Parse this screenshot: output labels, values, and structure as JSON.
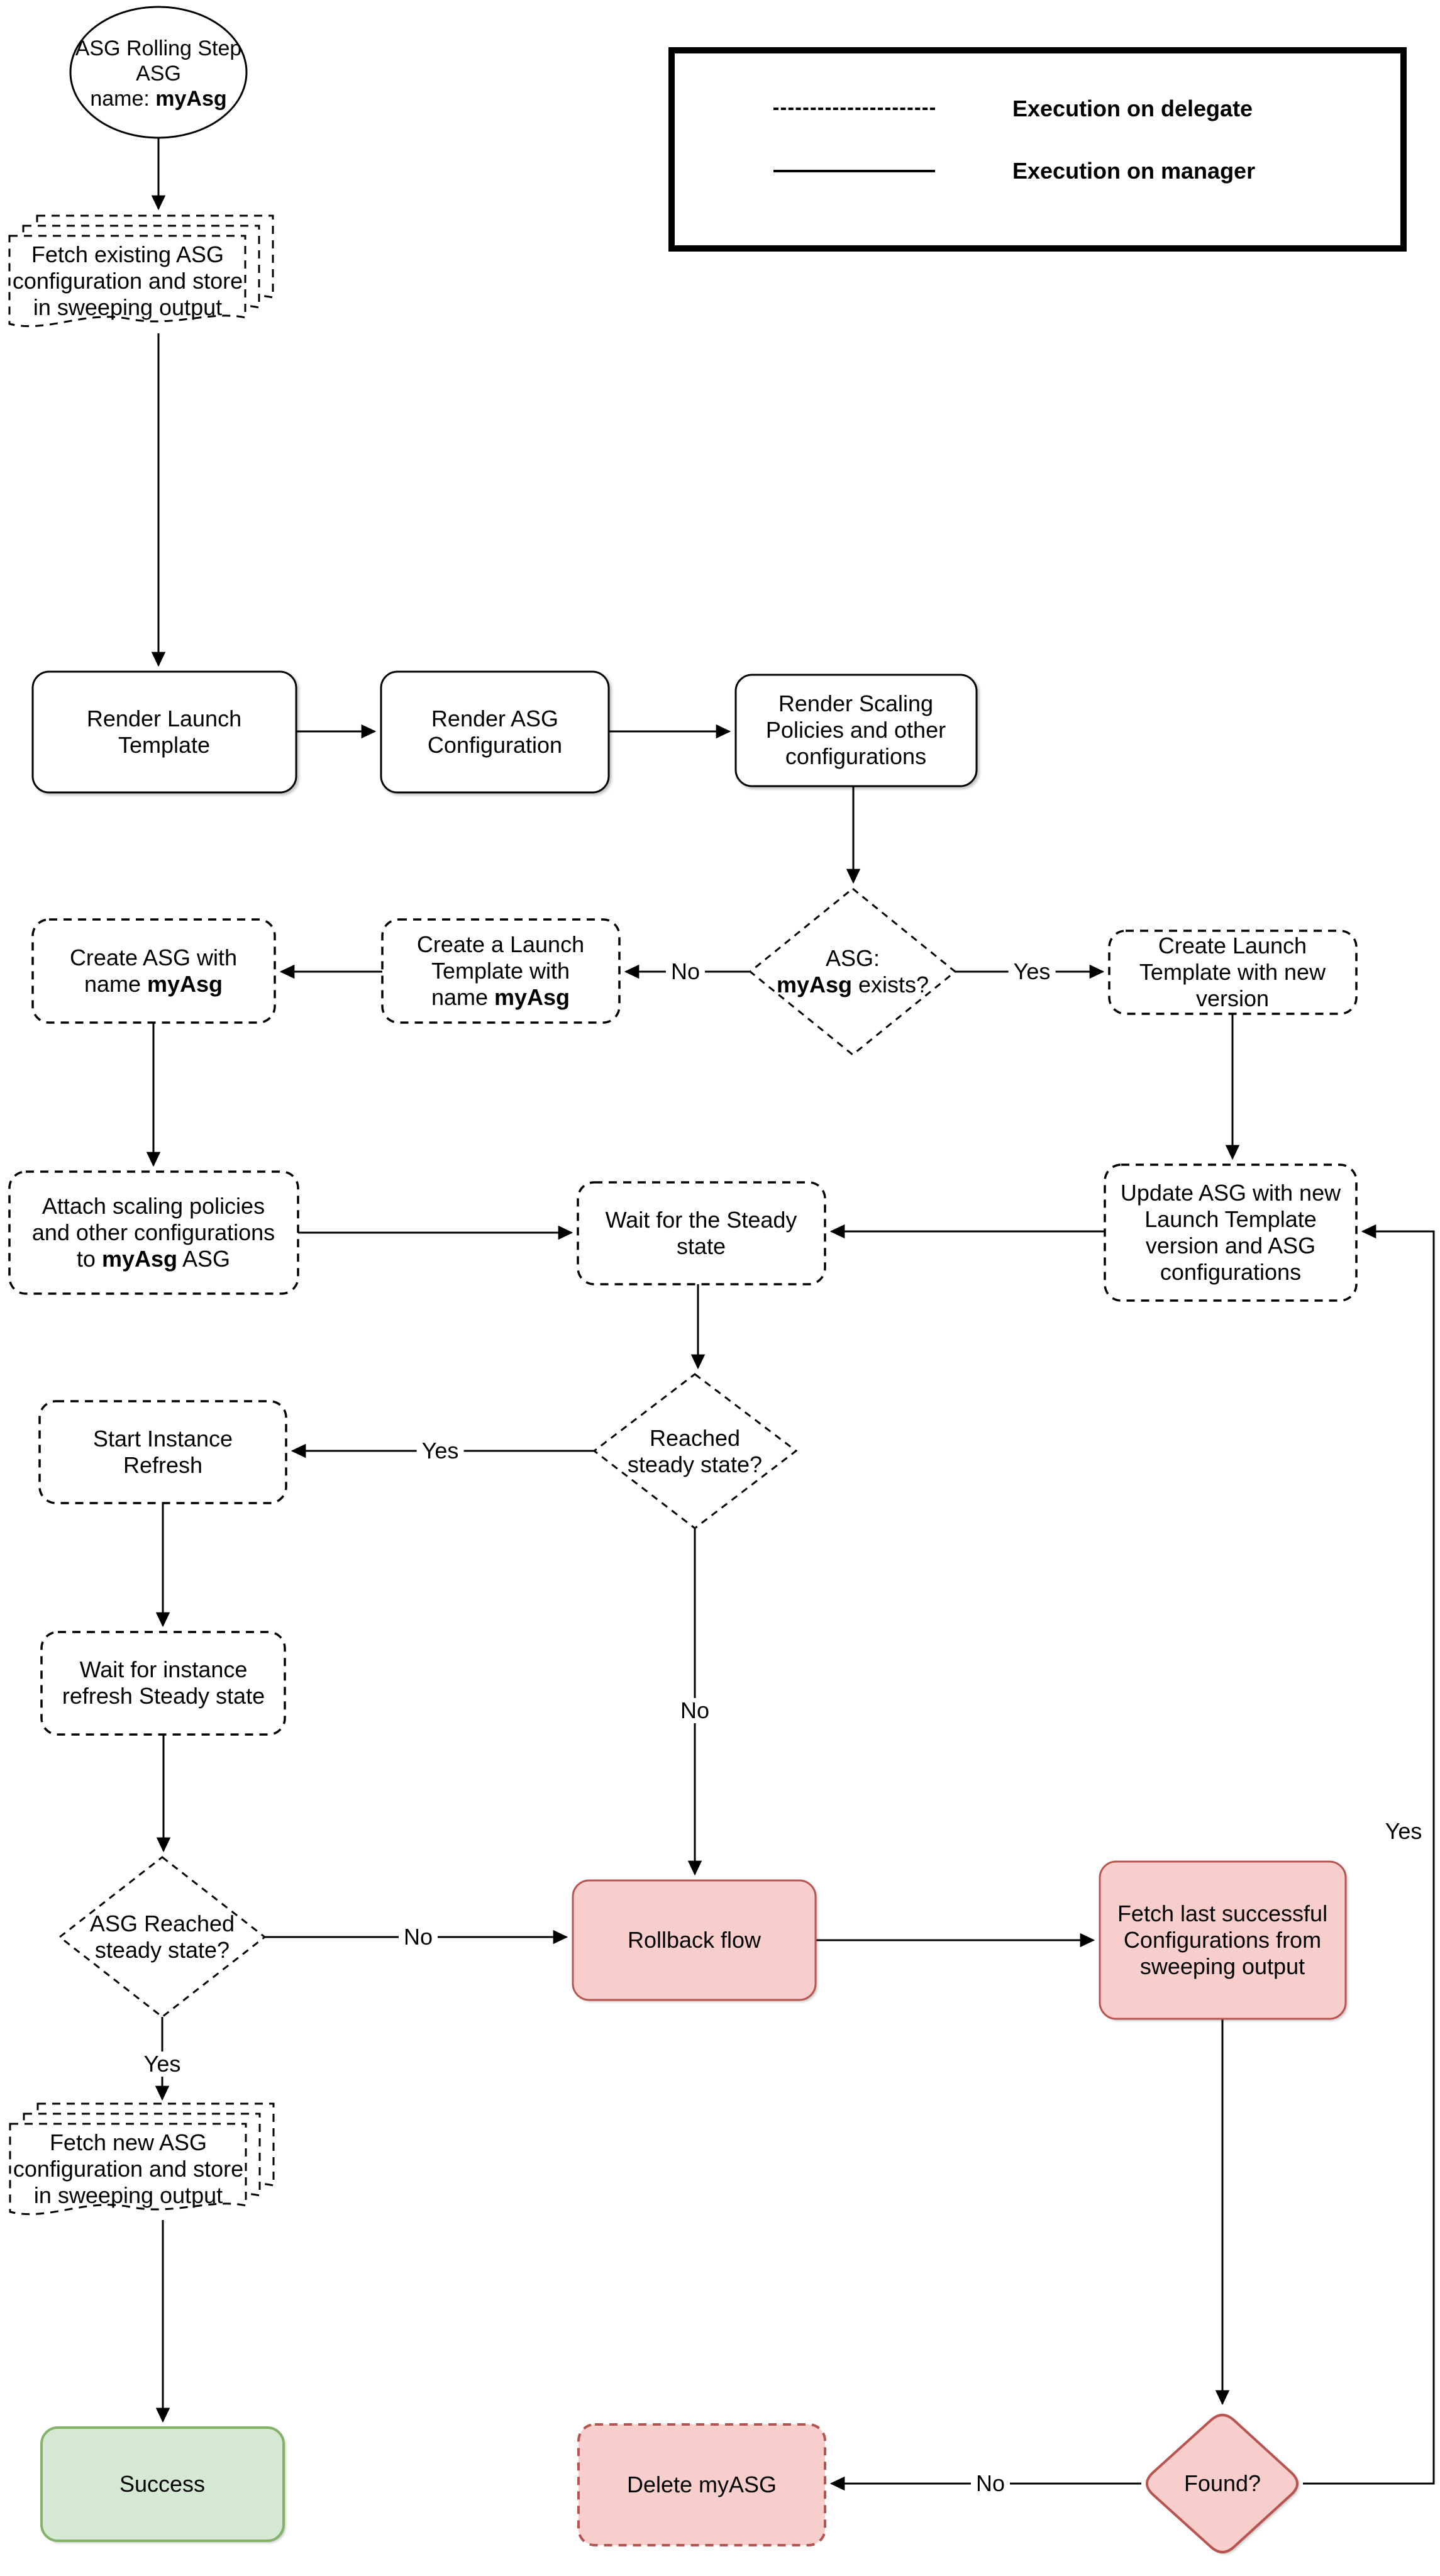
{
  "diagram_title": "ASG Rolling Step flow",
  "colors": {
    "line": "#000000",
    "pink_fill": "#F8CECC",
    "pink_border": "#B85450",
    "green_fill": "#D5E8D4",
    "green_border": "#82B366",
    "white": "#FFFFFF"
  },
  "legend": {
    "delegate_label": "Execution on delegate",
    "manager_label": "Execution on manager"
  },
  "nodes": {
    "start": {
      "line1": "ASG Rolling Step",
      "line2": "ASG",
      "line3_pre": "name: ",
      "line3_bold": "myAsg"
    },
    "fetch_existing": {
      "line1": "Fetch existing ASG",
      "line2": "configuration and store",
      "line3": "in sweeping output"
    },
    "render_launch": {
      "line1": "Render Launch",
      "line2": "Template"
    },
    "render_asg": {
      "line1": "Render ASG",
      "line2": "Configuration"
    },
    "render_scaling": {
      "line1": "Render Scaling",
      "line2": "Policies and other",
      "line3": "configurations"
    },
    "asg_exists": {
      "line1": "ASG:",
      "line2_bold": "myAsg",
      "line2_post": " exists?"
    },
    "create_launch_template": {
      "line1": "Create a Launch",
      "line2": "Template with",
      "line3_pre": "name ",
      "line3_bold": "myAsg"
    },
    "create_asg": {
      "line1": "Create ASG with",
      "line2_pre": "name ",
      "line2_bold": "myAsg"
    },
    "create_lt_new_version": {
      "line1": "Create Launch",
      "line2": "Template with new",
      "line3": "version"
    },
    "attach_policies": {
      "line1": "Attach scaling policies",
      "line2": "and other configurations",
      "line3_pre": "to ",
      "line3_bold": "myAsg",
      "line3_post": " ASG"
    },
    "wait_steady": {
      "line1": "Wait for the Steady",
      "line2": "state"
    },
    "update_asg": {
      "line1": "Update ASG with new",
      "line2": "Launch Template",
      "line3": "version and ASG",
      "line4": "configurations"
    },
    "reached_steady": {
      "line1": "Reached",
      "line2": "steady state?"
    },
    "start_instance_refresh": {
      "line1": "Start Instance",
      "line2": "Refresh"
    },
    "wait_instance_refresh": {
      "line1": "Wait for instance",
      "line2": "refresh Steady state"
    },
    "asg_reached_steady": {
      "line1": "ASG Reached",
      "line2": "steady state?"
    },
    "rollback": {
      "line1": "Rollback flow"
    },
    "fetch_last": {
      "line1": "Fetch last successful",
      "line2": "Configurations from",
      "line3": "sweeping output"
    },
    "fetch_new": {
      "line1": "Fetch new ASG",
      "line2": "configuration and store",
      "line3": "in sweeping output"
    },
    "success": {
      "line1": "Success"
    },
    "delete_myasg": {
      "line1": "Delete myASG"
    },
    "found": {
      "line1": "Found?"
    }
  },
  "edge_labels": {
    "asg_exists_no": "No",
    "asg_exists_yes": "Yes",
    "reached_yes": "Yes",
    "reached_no": "No",
    "asg_reached_no": "No",
    "asg_reached_yes": "Yes",
    "found_no": "No",
    "found_yes": "Yes"
  }
}
